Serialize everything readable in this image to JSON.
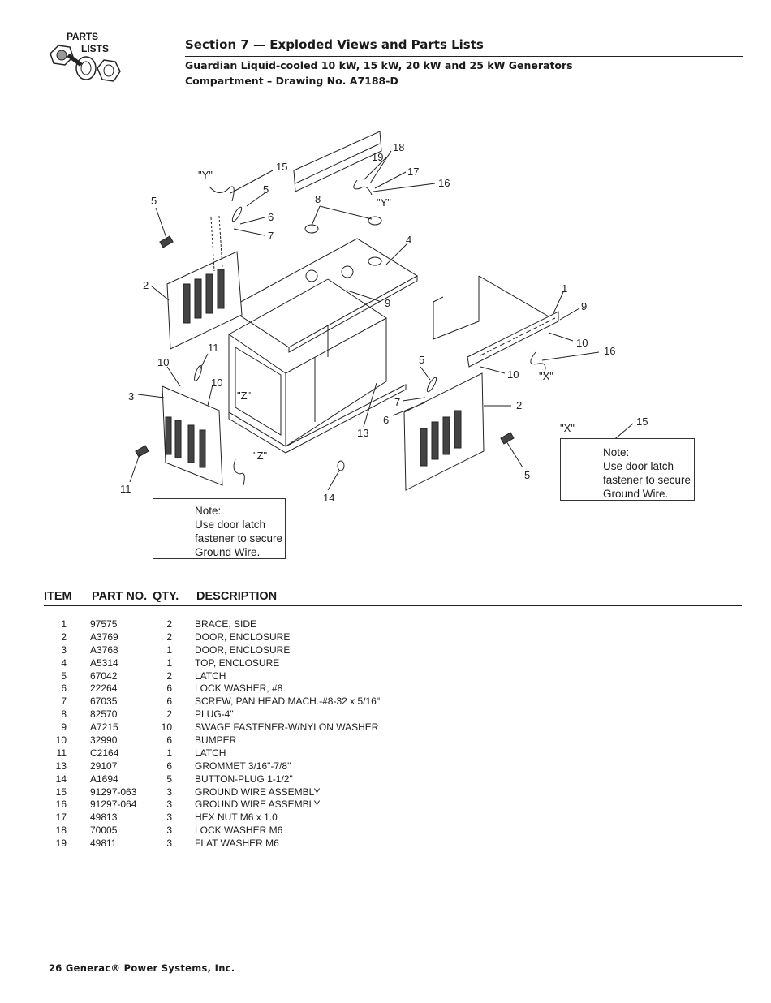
{
  "logo": {
    "line1": "PARTS",
    "line2": "LISTS"
  },
  "header": {
    "section": "Section 7 — Exploded Views and Parts Lists",
    "subtitle": "Guardian Liquid-cooled 10 kW, 15 kW, 20 kW and 25 kW Generators",
    "drawing": "Compartment – Drawing No. A7188-D"
  },
  "notes": {
    "left": [
      "Note:",
      "Use door latch",
      "fastener to secure",
      "Ground Wire."
    ],
    "right": [
      "Note:",
      "Use door latch",
      "fastener to secure",
      "Ground Wire."
    ]
  },
  "callouts": {
    "c18": "18",
    "c19": "19",
    "c17": "17",
    "c16a": "16",
    "c15a": "15",
    "c5a": "5",
    "c5b": "5",
    "c6a": "6",
    "c7a": "7",
    "c8": "8",
    "c4": "4",
    "c2a": "2",
    "c9a": "9",
    "c1": "1",
    "c9b": "9",
    "c10a": "10",
    "c16b": "16",
    "c10b": "10",
    "c11a": "11",
    "c10c": "10",
    "c10d": "10",
    "c3": "3",
    "c5c": "5",
    "c7b": "7",
    "c6b": "6",
    "c2b": "2",
    "c13": "13",
    "c15b": "15",
    "c5d": "5",
    "c11b": "11",
    "c14": "14",
    "y1": "\"Y\"",
    "y2": "\"Y\"",
    "x1": "\"X\"",
    "x2": "\"X\"",
    "z1": "\"Z\"",
    "z2": "\"Z\""
  },
  "table": {
    "headers": {
      "item": "ITEM",
      "part": "PART NO.",
      "qty": "QTY.",
      "desc": "DESCRIPTION"
    },
    "rows": [
      {
        "item": "1",
        "part": "97575",
        "qty": "2",
        "desc": "BRACE, SIDE"
      },
      {
        "item": "2",
        "part": "A3769",
        "qty": "2",
        "desc": "DOOR, ENCLOSURE"
      },
      {
        "item": "3",
        "part": "A3768",
        "qty": "1",
        "desc": "DOOR, ENCLOSURE"
      },
      {
        "item": "4",
        "part": "A5314",
        "qty": "1",
        "desc": "TOP, ENCLOSURE"
      },
      {
        "item": "5",
        "part": "67042",
        "qty": "2",
        "desc": "LATCH"
      },
      {
        "item": "6",
        "part": "22264",
        "qty": "6",
        "desc": "LOCK WASHER, #8"
      },
      {
        "item": "7",
        "part": "67035",
        "qty": "6",
        "desc": "SCREW, PAN HEAD MACH.-#8-32 x 5/16\""
      },
      {
        "item": "8",
        "part": "82570",
        "qty": "2",
        "desc": "PLUG-4\""
      },
      {
        "item": "9",
        "part": "A7215",
        "qty": "10",
        "desc": "SWAGE FASTENER-W/NYLON WASHER"
      },
      {
        "item": "10",
        "part": "32990",
        "qty": "6",
        "desc": "BUMPER"
      },
      {
        "item": "11",
        "part": "C2164",
        "qty": "1",
        "desc": "LATCH"
      },
      {
        "item": "13",
        "part": "29107",
        "qty": "6",
        "desc": "GROMMET 3/16\"-7/8\""
      },
      {
        "item": "14",
        "part": "A1694",
        "qty": "5",
        "desc": "BUTTON-PLUG 1-1/2\""
      },
      {
        "item": "15",
        "part": "91297-063",
        "qty": "3",
        "desc": "GROUND WIRE ASSEMBLY"
      },
      {
        "item": "16",
        "part": "91297-064",
        "qty": "3",
        "desc": "GROUND WIRE ASSEMBLY"
      },
      {
        "item": "17",
        "part": "49813",
        "qty": "3",
        "desc": "HEX NUT M6 x 1.0"
      },
      {
        "item": "18",
        "part": "70005",
        "qty": "3",
        "desc": "LOCK WASHER M6"
      },
      {
        "item": "19",
        "part": "49811",
        "qty": "3",
        "desc": "FLAT WASHER M6"
      }
    ]
  },
  "footer": "26 Generac® Power Systems, Inc."
}
